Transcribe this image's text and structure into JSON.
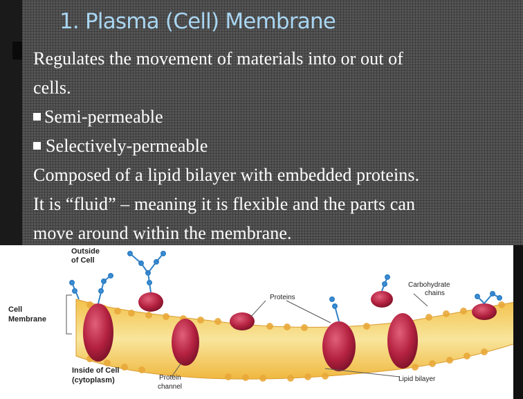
{
  "slide": {
    "title": "1. Plasma (Cell) Membrane",
    "lines": {
      "l1": "Regulates the movement of materials into or out of",
      "l2": "cells.",
      "l3": "Semi-permeable",
      "l4": "Selectively-permeable",
      "l5": "Composed of a lipid bilayer with embedded proteins.",
      "l6": "It is “fluid” – meaning it is flexible and  the parts can",
      "l7": "move around within the membrane."
    }
  },
  "diagram": {
    "outside_1": "Outside",
    "outside_2": "of Cell",
    "cell_1": "Cell",
    "cell_2": "Membrane",
    "inside_1": "Inside of Cell",
    "inside_2": "(cytoplasm)",
    "proteins": "Proteins",
    "carb_1": "Carbohydrate",
    "carb_2": "chains",
    "channel_1": "Protein",
    "channel_2": "channel",
    "lipid": "Lipid bilayer"
  },
  "colors": {
    "slide_bg": "#555555",
    "title": "#a9d6f2",
    "body_text": "#ffffff",
    "lipid_head": "#f2c24b",
    "lipid_tail": "#f7e7a0",
    "protein": "#b3213f",
    "carbohydrate": "#2f7fc4"
  }
}
